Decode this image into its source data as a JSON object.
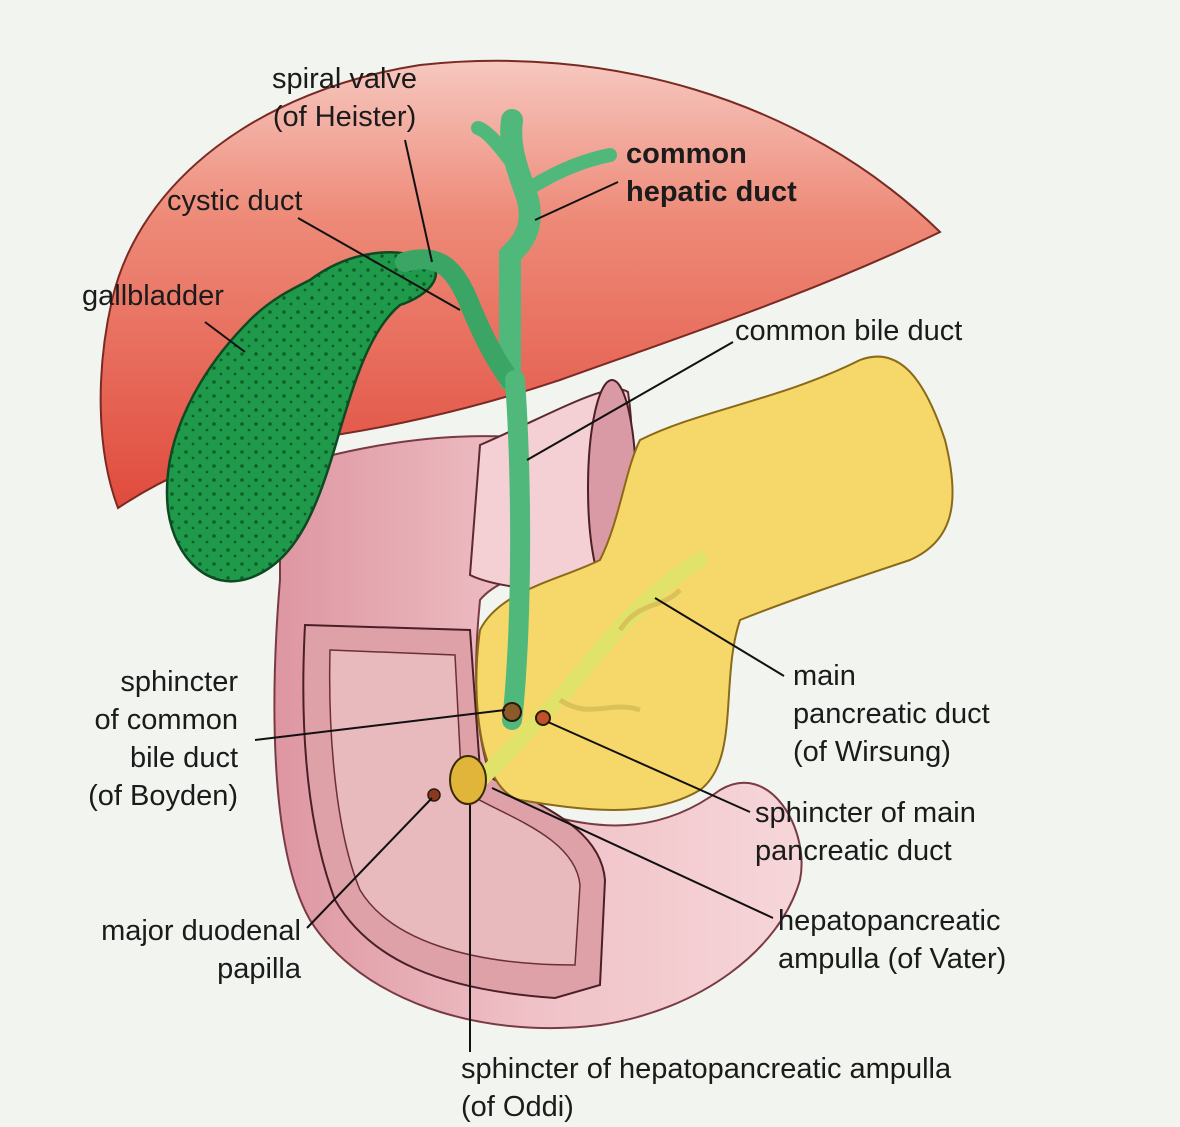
{
  "labels": {
    "spiral_valve": [
      "spiral valve",
      "(of Heister)"
    ],
    "common_hepatic_duct": [
      "common",
      "hepatic duct"
    ],
    "cystic_duct": [
      "cystic duct"
    ],
    "gallbladder": [
      "gallbladder"
    ],
    "common_bile_duct": [
      "common bile duct"
    ],
    "main_pancreatic_duct": [
      "main",
      "pancreatic duct",
      "(of Wirsung)"
    ],
    "sphincter_common_bile_duct": [
      "sphincter",
      "of common",
      "bile duct",
      "(of Boyden)"
    ],
    "sphincter_main_pancreatic_duct": [
      "sphincter of main",
      "pancreatic duct"
    ],
    "major_duodenal_papilla": [
      "major duodenal",
      "papilla"
    ],
    "hepatopancreatic_ampulla": [
      "hepatopancreatic",
      "ampulla (of Vater)"
    ],
    "sphincter_hepatopancreatic_ampulla": [
      "sphincter of hepatopancreatic ampulla",
      "(of Oddi)"
    ]
  },
  "colors": {
    "liver": "#e8574a",
    "gallbladder": "#1f9a4a",
    "duct": "#4fb87a",
    "pancreas": "#f4d35e",
    "duodenum": "#eab0b8",
    "leader": "#111111"
  }
}
